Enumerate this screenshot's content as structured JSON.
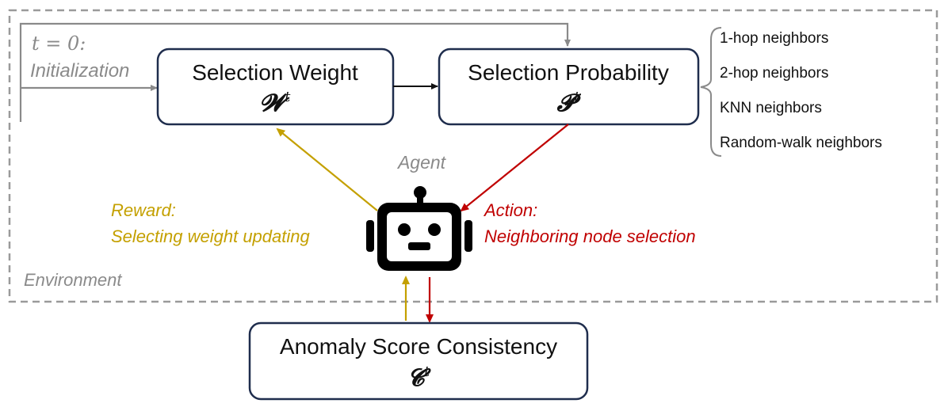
{
  "init": {
    "equation": "t = 0:",
    "label": "Initialization"
  },
  "boxes": {
    "selection_weight": {
      "title": "Selection Weight",
      "symbol": "𝓦",
      "sup": "t"
    },
    "selection_probability": {
      "title": "Selection Probability",
      "symbol": "𝓟",
      "sup": "t"
    },
    "anomaly_score": {
      "title": "Anomaly Score Consistency",
      "symbol": "𝓒",
      "sup": "t"
    }
  },
  "neighbors": [
    "1-hop neighbors",
    "2-hop neighbors",
    "KNN neighbors",
    "Random-walk neighbors"
  ],
  "agent_label": "Agent",
  "reward": {
    "line1": "Reward:",
    "line2": "Selecting weight updating"
  },
  "action": {
    "line1": "Action:",
    "line2": "Neighboring node selection"
  },
  "environment_label": "Environment",
  "colors": {
    "box_border": "#1f2d4d",
    "gray": "#8a8a8a",
    "reward": "#c4a000",
    "action": "#c00000",
    "robot": "#000000"
  }
}
